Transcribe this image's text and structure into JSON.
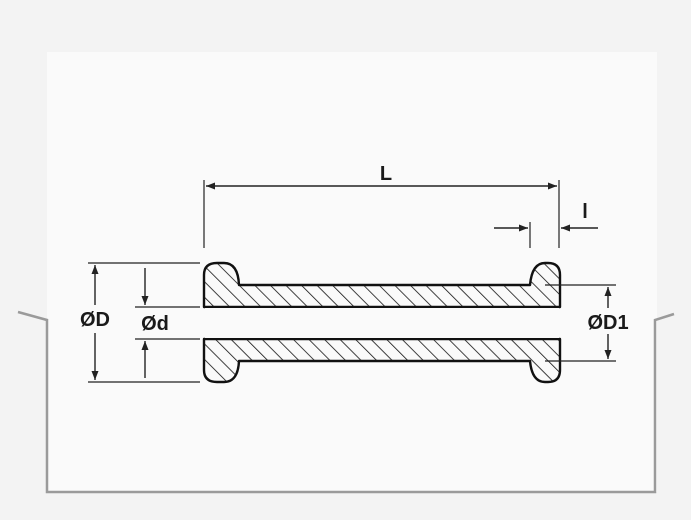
{
  "diagram": {
    "labels": {
      "length": "L",
      "flange_width": "l",
      "outer_diameter": "ØD",
      "inner_diameter": "Ød",
      "body_diameter": "ØD1"
    },
    "colors": {
      "background": "#f3f3f3",
      "panel": "#fafafa",
      "outline": "#111111",
      "hatch": "#111111",
      "frame": "#9a9a9a"
    }
  }
}
